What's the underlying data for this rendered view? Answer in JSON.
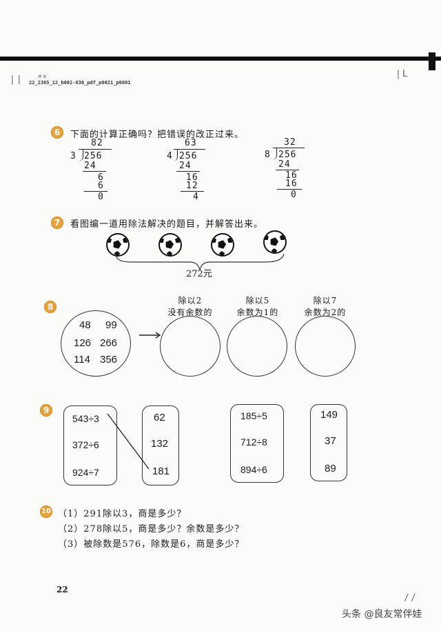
{
  "header": {
    "code": "22_2365_12_b002-030_pdf_p0021_p0001",
    "mark": "M K"
  },
  "q6": {
    "badge": "6",
    "prompt": "下面的计算正确吗？把错误的改正过来。",
    "problems": [
      {
        "quotient": "82",
        "divisor": "3",
        "dividend": "256",
        "steps": [
          "24",
          "6",
          "6",
          "0"
        ]
      },
      {
        "quotient": "63",
        "divisor": "4",
        "dividend": "256",
        "steps": [
          "24",
          "16",
          "12",
          "4"
        ]
      },
      {
        "quotient": "32",
        "divisor": "8",
        "dividend": "256",
        "steps": [
          "24",
          "16",
          "16",
          "0"
        ]
      }
    ]
  },
  "q7": {
    "badge": "7",
    "prompt": "看图编一道用除法解决的题目，并解答出来。",
    "ball_icon": "soccer-ball-icon",
    "total": "272元"
  },
  "q8": {
    "badge": "8",
    "numbers": [
      "48",
      "99",
      "126",
      "266",
      "114",
      "356"
    ],
    "columns": [
      {
        "line1": "除以2",
        "line2": "没有余数的"
      },
      {
        "line1": "除以5",
        "line2": "余数为1的"
      },
      {
        "line1": "除以7",
        "line2": "余数为2的"
      }
    ]
  },
  "q9": {
    "badge": "9",
    "left_exprs": [
      "543÷3",
      "372÷6",
      "924÷7"
    ],
    "left_answers": [
      "62",
      "132",
      "181"
    ],
    "right_exprs": [
      "185÷5",
      "712÷8",
      "894÷6"
    ],
    "right_answers": [
      "149",
      "37",
      "89"
    ]
  },
  "q10": {
    "badge": "10",
    "items": [
      "（1）291除以3，商是多少？",
      "（2）278除以5，商是多少？余数是多少？",
      "（3）被除数是576，除数是6，商是多少？"
    ]
  },
  "footer": {
    "page": "22",
    "watermark": "头条 @良友常伴娃"
  }
}
